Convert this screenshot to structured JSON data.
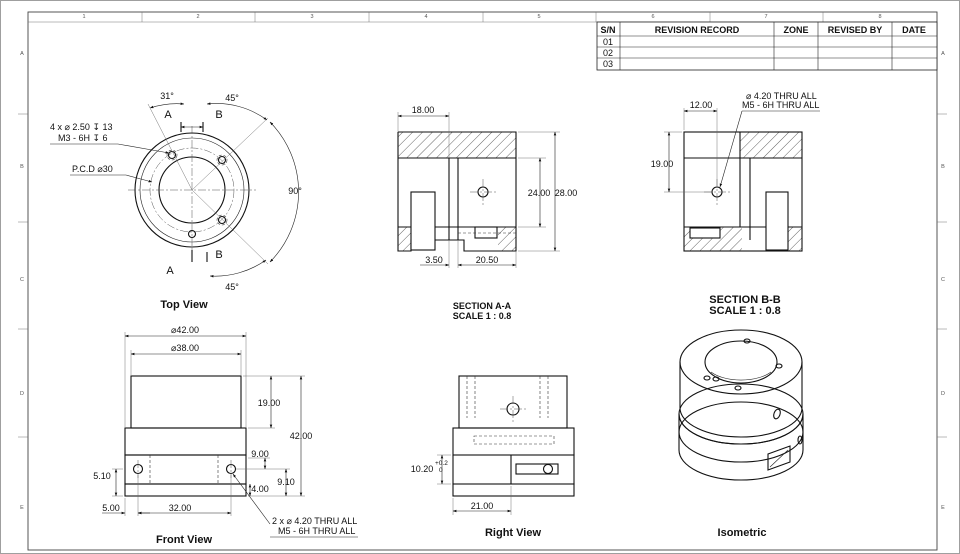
{
  "sheet": {
    "zones_top": [
      "1",
      "2",
      "3",
      "4",
      "5",
      "6",
      "7",
      "8"
    ],
    "zones_side": [
      "A",
      "B",
      "C",
      "D",
      "E"
    ]
  },
  "revision_table": {
    "headers": [
      "S/N",
      "REVISION RECORD",
      "ZONE",
      "REVISED BY",
      "DATE"
    ],
    "rows": [
      [
        "01",
        "",
        "",
        "",
        ""
      ],
      [
        "02",
        "",
        "",
        "",
        ""
      ],
      [
        "03",
        "",
        "",
        "",
        ""
      ]
    ]
  },
  "top_view": {
    "title": "Top View",
    "hole_callout_line1": "4 x ⌀ 2.50 ↧ 13",
    "hole_callout_line2": "M3 - 6H ↧ 6",
    "pcd": "P.C.D ⌀30",
    "angle_31": "31°",
    "angle_45_top": "45°",
    "angle_45_bottom": "45°",
    "angle_90": "90°",
    "section_a": "A",
    "section_b": "B"
  },
  "section_aa": {
    "title_line1": "SECTION A-A",
    "title_line2": "SCALE 1 : 0.8",
    "dim_18": "18.00",
    "dim_24": "24.00",
    "dim_28": "28.00",
    "dim_3_5": "3.50",
    "dim_20_5": "20.50"
  },
  "section_bb": {
    "title_line1": "SECTION B-B",
    "title_line2": "SCALE 1 : 0.8",
    "dim_12": "12.00",
    "dim_19": "19.00",
    "callout_line1": "⌀ 4.20 THRU ALL",
    "callout_line2": "M5 - 6H THRU ALL"
  },
  "front_view": {
    "title": "Front View",
    "dia_42": "⌀42.00",
    "dia_38": "⌀38.00",
    "dim_19": "19.00",
    "dim_42": "42.00",
    "dim_9": "9.00",
    "dim_9_1": "9.10",
    "dim_4": "4.00",
    "dim_5_1": "5.10",
    "dim_5": "5.00",
    "dim_32": "32.00",
    "callout_line1": "2 x ⌀ 4.20 THRU ALL",
    "callout_line2": "M5 - 6H THRU ALL"
  },
  "right_view": {
    "title": "Right View",
    "dim_10_2": "10.20",
    "tol_upper": "+0.2",
    "tol_lower": "0",
    "dim_21": "21.00"
  },
  "isometric": {
    "title": "Isometric"
  }
}
